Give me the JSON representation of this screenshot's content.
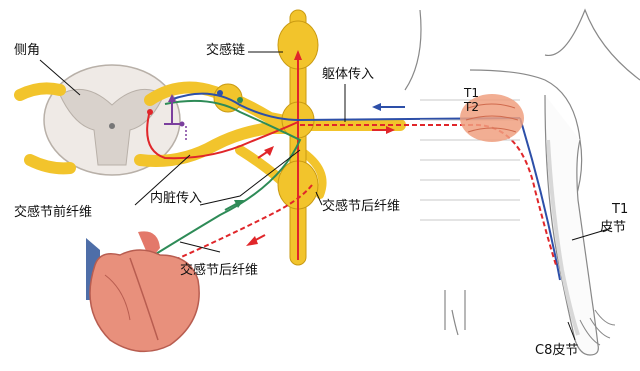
{
  "labels": {
    "lateral_horn": "侧角",
    "sympathetic_chain": "交感链",
    "somatic_afferent": "躯体传入",
    "t1": "T1",
    "t2": "T2",
    "preganglionic": "交感节前纤维",
    "visceral_afferent": "内脏传入",
    "postganglionic_upper": "交感节后纤维",
    "postganglionic_lower": "交感节后纤维",
    "t1_dermatome_a": "T1",
    "t1_dermatome_b": "皮节",
    "c8_dermatome": "C8皮节"
  },
  "colors": {
    "nerve_yellow": "#f2c42c",
    "nerve_outline": "#c99a12",
    "efferent_red": "#e0262a",
    "afferent_blue": "#2d4fa8",
    "visceral_green": "#2e8b57",
    "interneuron_purple": "#7b3f9e",
    "heart_pink": "#e8907c",
    "chest_patch": "#f0a080",
    "outline_gray": "#888888"
  }
}
